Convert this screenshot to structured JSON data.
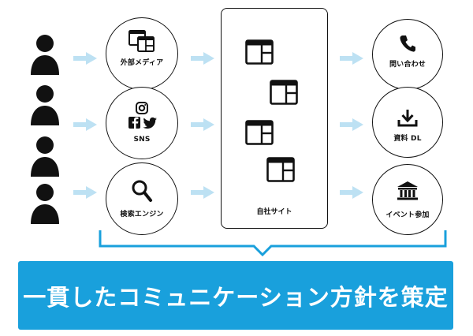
{
  "colors": {
    "accent": "#19a0dc",
    "arrow": "#bde1f3",
    "stroke": "#111111"
  },
  "channels": [
    {
      "label": "外部メディア",
      "icon": "windows-icon"
    },
    {
      "label": "SNS",
      "icon": "social-icons"
    },
    {
      "label": "検索エンジン",
      "icon": "magnifier-icon"
    }
  ],
  "site": {
    "label": "自社サイト"
  },
  "outcomes": [
    {
      "label": "問い合わせ",
      "icon": "phone-icon"
    },
    {
      "label": "資料 DL",
      "icon": "download-icon"
    },
    {
      "label": "イベント参加",
      "icon": "building-icon"
    }
  ],
  "banner": {
    "text": "一貫したコミュニケーション方針を策定"
  }
}
